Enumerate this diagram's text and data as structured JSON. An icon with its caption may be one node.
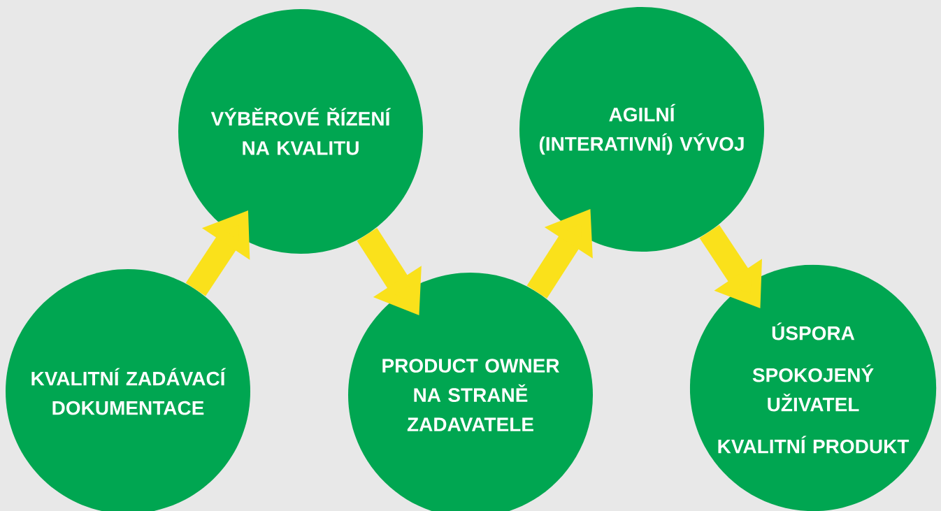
{
  "diagram": {
    "nodes": [
      {
        "text": [
          "KVALITNÍ ZADÁVACÍ DOKUMENTACE"
        ]
      },
      {
        "text": [
          "VÝBĚROVÉ ŘÍZENÍ NA KVALITU"
        ]
      },
      {
        "text": [
          "PRODUCT OWNER NA STRANĚ ZADAVATELE"
        ]
      },
      {
        "text": [
          "AGILNÍ (INTERATIVNÍ) VÝVOJ"
        ]
      },
      {
        "text": [
          "ÚSPORA",
          "SPOKOJENÝ UŽIVATEL",
          "KVALITNÍ PRODUKT"
        ]
      }
    ],
    "edges": [
      {
        "from": 0,
        "to": 1,
        "arrow": "to"
      },
      {
        "from": 1,
        "to": 2,
        "arrow": "to"
      },
      {
        "from": 2,
        "to": 3,
        "arrow": "to"
      },
      {
        "from": 3,
        "to": 4,
        "arrow": "to"
      }
    ]
  }
}
